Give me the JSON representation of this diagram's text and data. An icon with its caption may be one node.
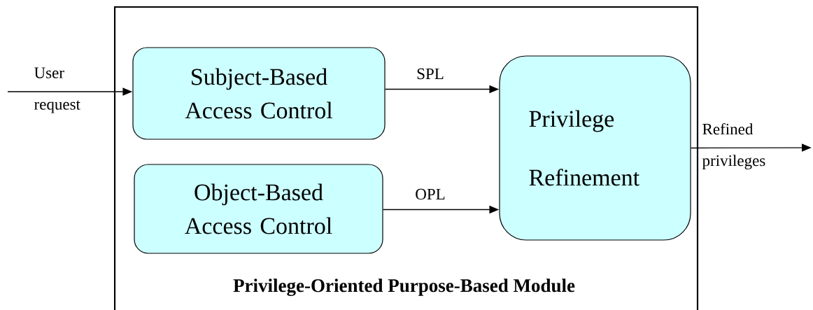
{
  "diagram": {
    "nodes": [
      {
        "text": [
          "Privilege-Oriented Purpose-Based Module"
        ]
      },
      {
        "text": [
          "Subject-Based Access Control"
        ],
        "in": 0
      },
      {
        "text": [
          "Object-Based Access Control"
        ],
        "in": 0
      },
      {
        "text": [
          "Privilege Refinement"
        ],
        "in": 0
      }
    ],
    "edges": [
      {
        "from": null,
        "to": 1,
        "arrow": "to",
        "label": "User request"
      },
      {
        "from": 1,
        "to": 3,
        "arrow": "to",
        "label": "SPL"
      },
      {
        "from": 2,
        "to": 3,
        "arrow": "to",
        "label": "OPL"
      },
      {
        "from": 3,
        "to": null,
        "arrow": "to",
        "label": "Refined privileges"
      }
    ]
  }
}
